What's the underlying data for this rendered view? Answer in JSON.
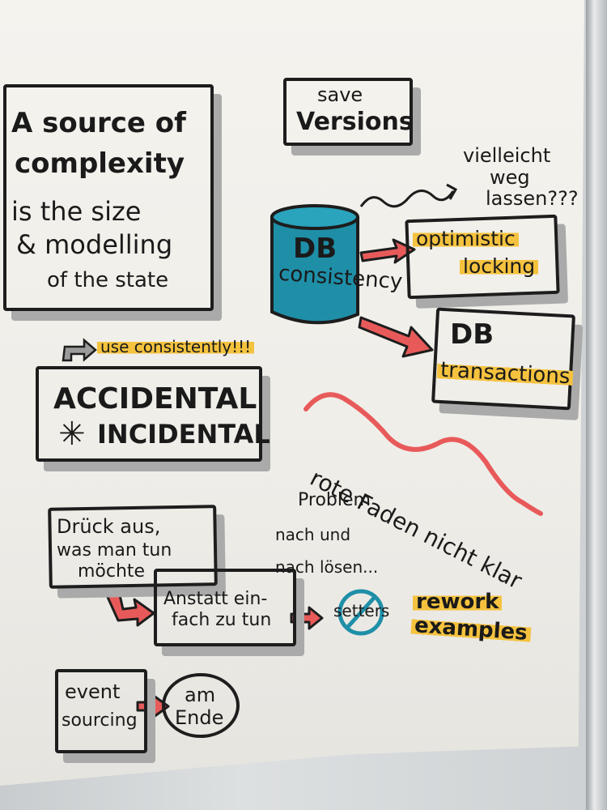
{
  "colors": {
    "ink": "#1a1a1a",
    "highlight": "#f4c23e",
    "arrow_red": "#e85a5a",
    "db_blue": "#1f8fa8",
    "shadow_grey": "#a9aaa9",
    "paper": "#f2f0eb"
  },
  "main_box": {
    "line1": "A source of",
    "line2": "complexity",
    "line3": "is the size",
    "line4": "& modelling",
    "line5": "of the state"
  },
  "save_versions": {
    "line1": "save",
    "line2": "Versions"
  },
  "vielleicht": {
    "line1": "vielleicht",
    "line2": "weg",
    "line3": "lassen???"
  },
  "db": {
    "line1": "DB",
    "line2": "consistency"
  },
  "optimistic": {
    "line1": "optimistic",
    "line2": "locking"
  },
  "transactions": {
    "line1": "DB",
    "line2": "transactions"
  },
  "use_consistently": "use consistently!!!",
  "accidental": {
    "line1": "ACCIDENTAL",
    "line2": "INCIDENTAL",
    "star_icon": "asterisk-icon"
  },
  "rote_faden": "rote Faden nicht klar",
  "problem": {
    "line1": "Problem",
    "line2": "nach und",
    "line3": "nach lösen..."
  },
  "druck": {
    "line1": "Drück aus,",
    "line2": "was man tun",
    "line3": "möchte"
  },
  "anstatt": {
    "line1": "Anstatt ein-",
    "line2": "fach zu tun"
  },
  "setters": "setters",
  "rework": {
    "line1": "rework",
    "line2": "examples"
  },
  "event": {
    "line1": "event",
    "line2": "sourcing"
  },
  "am_ende": {
    "line1": "am",
    "line2": "Ende"
  }
}
